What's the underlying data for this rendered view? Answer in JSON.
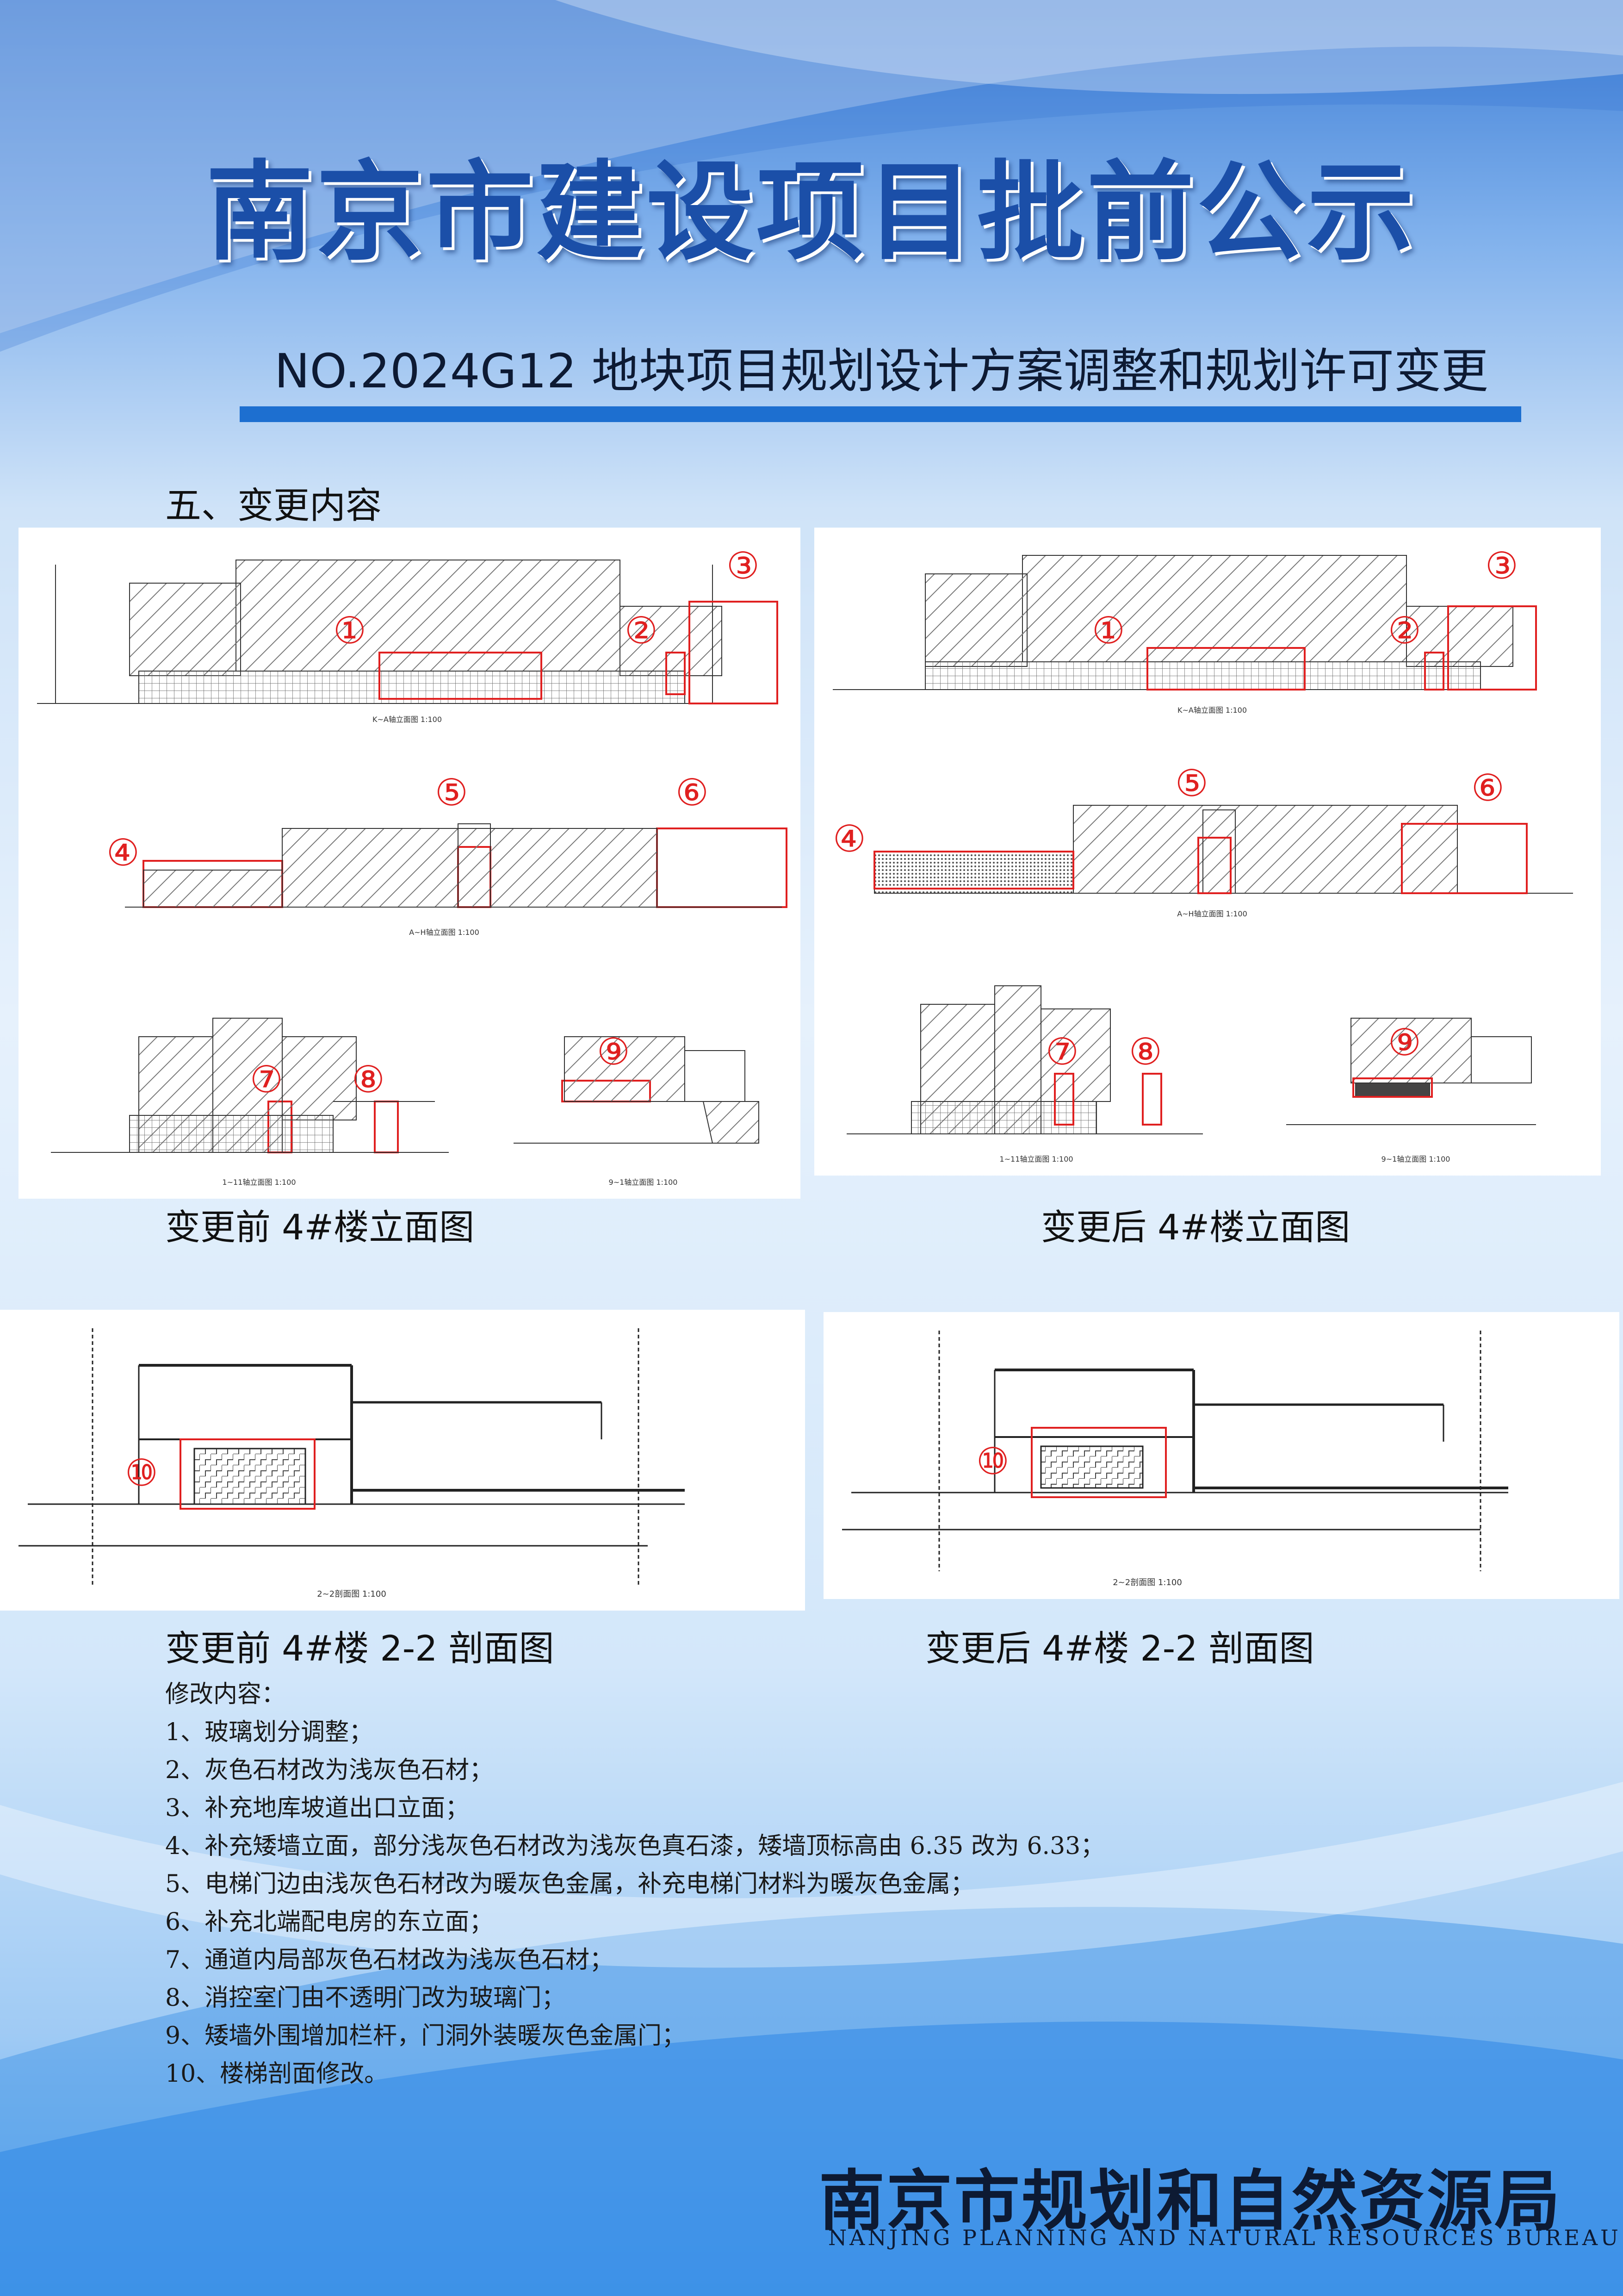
{
  "header": {
    "title": "南京市建设项目批前公示",
    "subtitle": "NO.2024G12 地块项目规划设计方案调整和规划许可变更"
  },
  "section": {
    "heading": "五、变更内容"
  },
  "elevations": {
    "before_caption": "变更前 4#楼立面图",
    "after_caption": "变更后 4#楼立面图",
    "view_labels": [
      "K~A轴立面图 1:100",
      "A~H轴立面图 1:100",
      "1~11轴立面图 1:100",
      "9~1轴立面图 1:100"
    ],
    "markers": [
      "①",
      "②",
      "③",
      "④",
      "⑤",
      "⑥",
      "⑦",
      "⑧",
      "⑨"
    ]
  },
  "sections": {
    "before_caption": "变更前 4#楼 2-2 剖面图",
    "after_caption": "变更后 4#楼 2-2 剖面图",
    "view_label": "2~2剖面图 1:100",
    "marker": "⑩"
  },
  "modifications": {
    "heading": "修改内容：",
    "items": [
      "1、玻璃划分调整；",
      "2、灰色石材改为浅灰色石材；",
      "3、补充地库坡道出口立面；",
      "4、补充矮墙立面，部分浅灰色石材改为浅灰色真石漆，矮墙顶标高由 6.35 改为 6.33；",
      "5、电梯门边由浅灰色石材改为暖灰色金属，补充电梯门材料为暖灰色金属；",
      "6、补充北端配电房的东立面；",
      "7、通道内局部灰色石材改为浅灰色石材；",
      "8、消控室门由不透明门改为玻璃门；",
      "9、矮墙外围增加栏杆，门洞外装暖灰色金属门；",
      "10、楼梯剖面修改。"
    ]
  },
  "footer": {
    "bureau_cn": "南京市规划和自然资源局",
    "bureau_en": "NANJING PLANNING AND NATURAL RESOURCES BUREAU"
  },
  "colors": {
    "title_blue": "#1b4fa8",
    "accent_bar": "#1d6fd0",
    "highlight_red": "#e02020"
  }
}
